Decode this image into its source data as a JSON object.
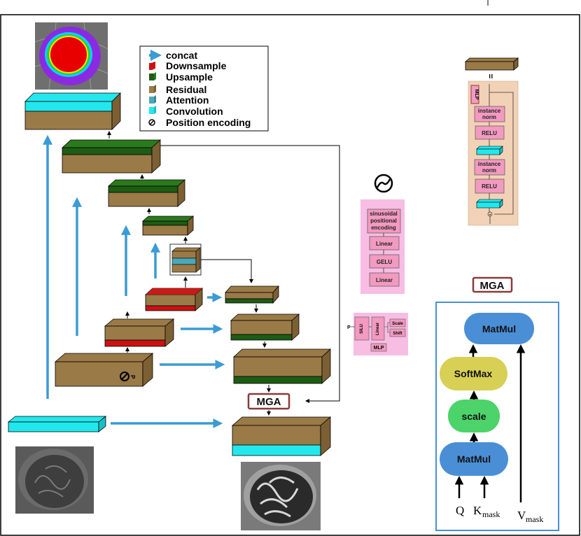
{
  "legend": {
    "items": [
      {
        "label": "concat",
        "swatch": "arrow",
        "color": "#3a9bd5"
      },
      {
        "label": "Downsample",
        "swatch": "block",
        "color": "#cc1111"
      },
      {
        "label": "Upsample",
        "swatch": "block",
        "color": "#1e5c14"
      },
      {
        "label": "Residual",
        "swatch": "block",
        "color": "#9a7a47"
      },
      {
        "label": "Attention",
        "swatch": "block",
        "color": "#4aa8b8"
      },
      {
        "label": "Convolution",
        "swatch": "block",
        "color": "#22e8ee"
      },
      {
        "label": "Position encoding",
        "swatch": "symbol",
        "color": "#000000"
      }
    ]
  },
  "colors": {
    "residual": "#9a7a47",
    "downsample": "#cc1111",
    "upsample": "#1e5c14",
    "attention": "#4aa8b8",
    "convolution": "#22e8ee",
    "concat_arrow": "#3a9bd5",
    "mga_border": "#8b3a3a",
    "mlp_panel": "#f2d2b6",
    "pe_panel": "#f7bde3",
    "pink_box": "#f29ac0",
    "matmul": "#4a8fd6",
    "softmax": "#d8cf55",
    "scale": "#4cd36a"
  },
  "unet": {
    "mga_label": "MGA",
    "position_input_label": "P"
  },
  "position_encoding_panel": {
    "symbol_icon": "position-encoding-icon",
    "blocks": [
      "sinusoidal positional encoding",
      "Linear",
      "GELU",
      "Linear"
    ]
  },
  "mlp_small": {
    "input_label": "P",
    "silu_label": "SILU",
    "linear_label": "Linear",
    "scale_label": "Scale",
    "shift_label": "Shift",
    "title": "MLP"
  },
  "residual_block": {
    "equals_sign": "=",
    "mlp_tag": "MLP",
    "layers": [
      "instance norm",
      "RELU",
      "instance norm",
      "RELU"
    ],
    "sum_sign": "+"
  },
  "mga_panel": {
    "title": "MGA",
    "nodes": [
      "MatMul",
      "SoftMax",
      "scale",
      "MatMul"
    ],
    "inputs": {
      "q": "Q",
      "k": "K",
      "k_sub": "mask",
      "v": "V",
      "v_sub": "mask"
    }
  }
}
